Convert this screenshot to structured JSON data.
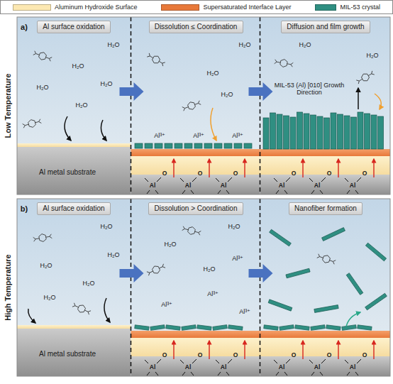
{
  "diagram": {
    "nodes": [
      {
        "text": [
          "Al surface oxidation"
        ]
      },
      {
        "text": [
          "Dissolution ≤ Coordination"
        ]
      },
      {
        "text": [
          "Diffusion and film growth"
        ]
      },
      {
        "text": [
          "Al surface oxidation"
        ]
      },
      {
        "text": [
          "Dissolution > Coordination"
        ]
      },
      {
        "text": [
          "Nanofiber formation"
        ]
      }
    ],
    "labels": [
      "a)",
      "Low Temperature",
      "b)",
      "High Temperature",
      "Al metal substrate",
      "Al metal substrate",
      "MIL-53 (Al) [010] Growth Direction",
      "H₂O",
      "H₂O",
      "H₂O",
      "H₂O",
      "H₂O",
      "H₂O",
      "H₂O",
      "H₂O",
      "H₂O",
      "H₂O",
      "H₂O",
      "H₂O",
      "H₂O",
      "H₂O",
      "H₂O",
      "H₂O",
      "H₂O",
      "H₂O",
      "Al³⁺",
      "Al³⁺",
      "Al³⁺",
      "Al³⁺",
      "Al³⁺",
      "Al³⁺",
      "Al³⁺",
      "Al",
      "O",
      "Al",
      "O",
      "Al",
      "O",
      "Al",
      "O",
      "Al",
      "O",
      "Al",
      "O",
      "Al",
      "O",
      "Al",
      "O",
      "Al",
      "O",
      "Al",
      "O",
      "Al",
      "O",
      "Al",
      "O"
    ],
    "legend": [
      {
        "text": "Aluminum Hydroxide Surface",
        "color": "#fce8b2"
      },
      {
        "text": "Supersaturated Interface Layer",
        "color": "#e8793a"
      },
      {
        "text": "MIL-53 crystal",
        "color": "#2f8f82"
      }
    ]
  }
}
